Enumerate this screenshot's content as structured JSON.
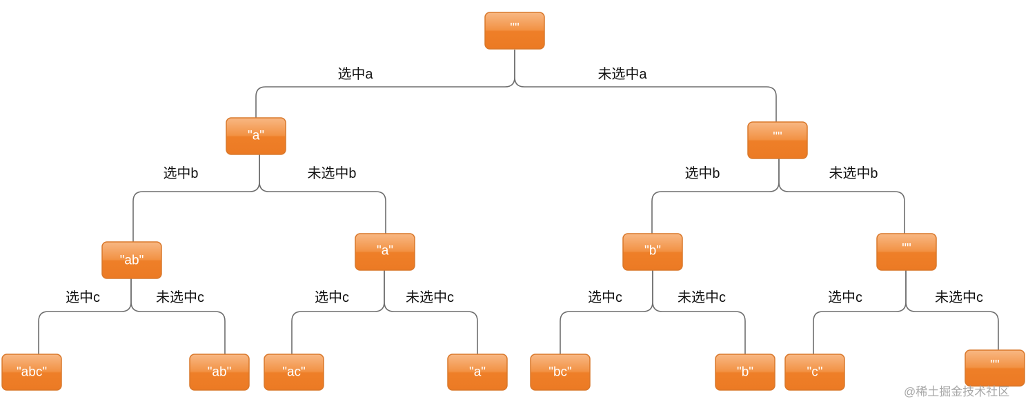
{
  "nodes": {
    "root": "\"\"",
    "a": "\"a\"",
    "na": "\"\"",
    "ab": "\"ab\"",
    "a_nb": "\"a\"",
    "b": "\"b\"",
    "na_nb": "\"\"",
    "abc": "\"abc\"",
    "ab_nc": "\"ab\"",
    "ac": "\"ac\"",
    "a_nc": "\"a\"",
    "bc": "\"bc\"",
    "b_nc": "\"b\"",
    "c": "\"c\"",
    "empty": "\"\""
  },
  "edge_labels": {
    "select_a": "选中a",
    "not_a": "未选中a",
    "l_select_b": "选中b",
    "l_not_b": "未选中b",
    "r_select_b": "选中b",
    "r_not_b": "未选中b",
    "ab_select_c": "选中c",
    "ab_not_c": "未选中c",
    "a_select_c": "选中c",
    "a_not_c": "未选中c",
    "b_select_c": "选中c",
    "b_not_c": "未选中c",
    "e_select_c": "选中c",
    "e_not_c": "未选中c"
  },
  "colors": {
    "node_fill_top": "#f7b27a",
    "node_fill_bottom": "#ef7f2a",
    "node_border": "#d9782b",
    "edge": "#6e6e6e"
  },
  "watermark": "@稀土掘金技术社区"
}
